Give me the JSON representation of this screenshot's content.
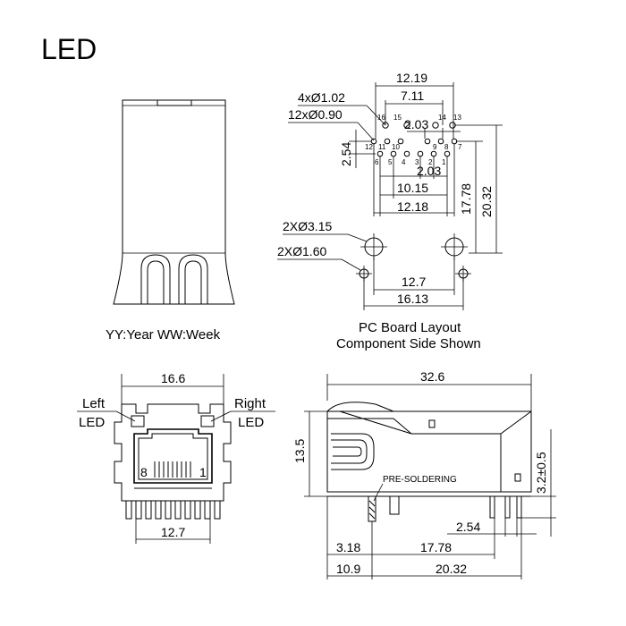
{
  "title": "LED",
  "colors": {
    "line": "#000000",
    "background": "#ffffff"
  },
  "captions": {
    "date_code": "YY:Year WW:Week",
    "layout_line1": "PC Board Layout",
    "layout_line2": "Component Side Shown"
  },
  "pcb_layout": {
    "callouts": {
      "holes_large": "4xØ1.02",
      "holes_small": "12xØ0.90",
      "mount_large": "2XØ3.15",
      "mount_small": "2XØ1.60"
    },
    "dims": {
      "top_width": "12.19",
      "inner_width": "7.11",
      "led_pitch": "2.03",
      "row_pitch": "2.54",
      "lower_pitch": "2.03",
      "lower_span": "10.15",
      "bottom_width": "12.18",
      "height_inner": "17.78",
      "height_outer": "20.32",
      "mount_spacing": "12.7",
      "peg_spacing": "16.13"
    },
    "pin_labels": [
      "16",
      "15",
      "14",
      "13",
      "12",
      "11",
      "10",
      "9",
      "8",
      "7",
      "6",
      "5",
      "4",
      "3",
      "2",
      "1"
    ]
  },
  "front_view": {
    "width": "16.6",
    "left_led": {
      "line1": "Left",
      "line2": "LED"
    },
    "right_led": {
      "line1": "Right",
      "line2": "LED"
    },
    "pin_left": "8",
    "pin_right": "1",
    "bottom_width": "12.7"
  },
  "side_view": {
    "length": "32.6",
    "height": "13.5",
    "pin_length": "3.2±0.5",
    "note": "PRE-SOLDERING",
    "pin_pitch": "2.54",
    "offset": "3.18",
    "pin_span": "17.78",
    "front_to_peg": "10.9",
    "overall_span": "20.32"
  }
}
